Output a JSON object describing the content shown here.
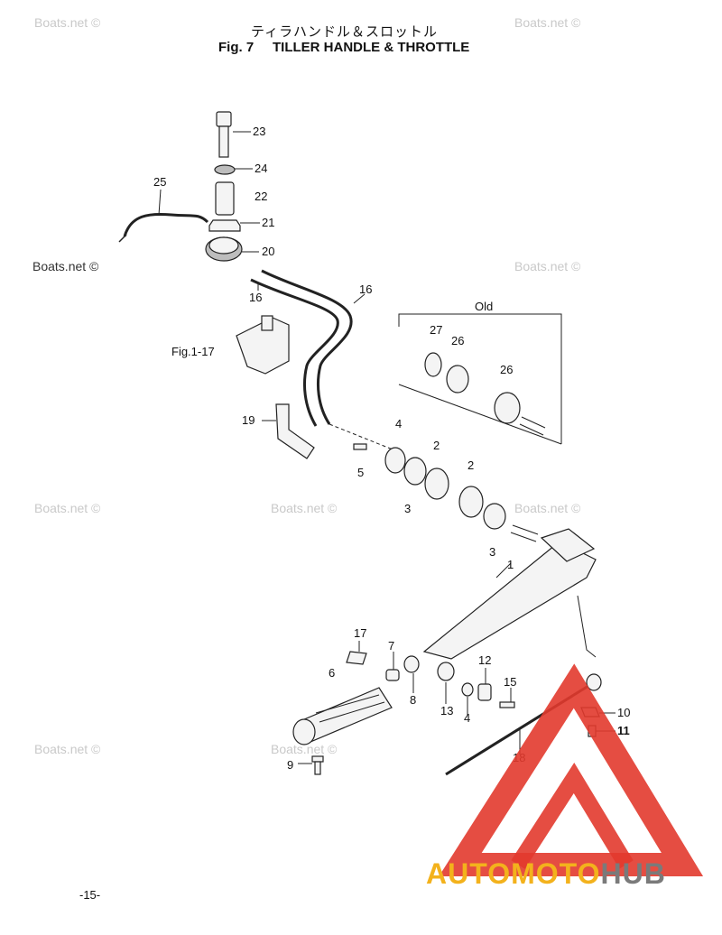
{
  "header": {
    "title_jp": "ティラハンドル＆スロットル",
    "fig_no": "Fig. 7",
    "fig_title": "TILLER HANDLE & THROTTLE"
  },
  "diagram": {
    "callouts": [
      "23",
      "24",
      "22",
      "21",
      "25",
      "20",
      "16",
      "16",
      "19",
      "4",
      "5",
      "2",
      "3",
      "2",
      "3",
      "1",
      "27",
      "26",
      "26",
      "17",
      "7",
      "6",
      "8",
      "12",
      "13",
      "4",
      "15",
      "10",
      "11",
      "18",
      "9"
    ],
    "old_label": "Old",
    "ref_label": "Fig.1-17",
    "watermark": "Boats.net ©"
  },
  "footer": {
    "page_number": "-15-",
    "brand_a": "AUTOMOTO",
    "brand_b": "HUB"
  },
  "colors": {
    "brand_triangle": "#e23a2e",
    "brand_yellow": "#f3b21c",
    "brand_gray": "#7a7a7a",
    "watermark": "#c9c9c9"
  }
}
